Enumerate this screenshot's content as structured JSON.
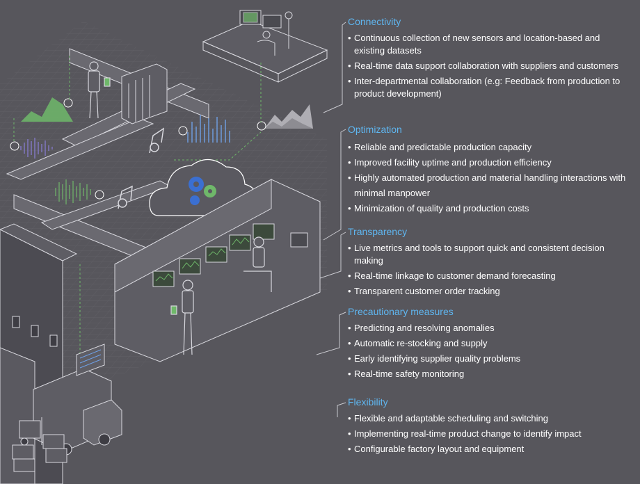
{
  "colors": {
    "background": "#57565c",
    "heading": "#5fb6f0",
    "text": "#ffffff",
    "line": "#c9c9cf",
    "green_accent": "#6fb86a",
    "purple_accent": "#8b7fd9",
    "blue_accent": "#6fa0e6"
  },
  "sections": [
    {
      "title": "Connectivity",
      "items": [
        "Continuous collection of new sensors and location-based and existing datasets",
        "Real-time data support collaboration with suppliers and customers",
        "Inter-departmental collaboration (e.g: Feedback from production to product development)"
      ]
    },
    {
      "title": "Optimization",
      "items": [
        "Reliable and predictable production capacity",
        "Improved facility uptime and production efficiency",
        "Highly automated production and material handling interactions with minimal manpower",
        "Minimization of quality and production costs"
      ]
    },
    {
      "title": "Transparency",
      "items": [
        "Live metrics and tools to support quick and consistent decision making",
        "Real-time linkage to customer demand forecasting",
        "Transparent customer order tracking"
      ]
    },
    {
      "title": "Precautionary measures",
      "items": [
        "Predicting and resolving anomalies",
        "Automatic re-stocking and supply",
        "Early identifying supplier quality problems",
        "Real-time safety monitoring"
      ]
    },
    {
      "title": "Flexibility",
      "items": [
        "Flexible and adaptable scheduling and switching",
        "Implementing real-time product change to identify impact",
        "Configurable factory layout and equipment"
      ]
    }
  ],
  "icons": {
    "cloud": "cloud-icon",
    "gears": "gears-icon",
    "wifi": "wifi-icon",
    "truck": "truck-icon",
    "forklift": "forklift-icon",
    "robot_arm": "robot-arm-icon"
  }
}
